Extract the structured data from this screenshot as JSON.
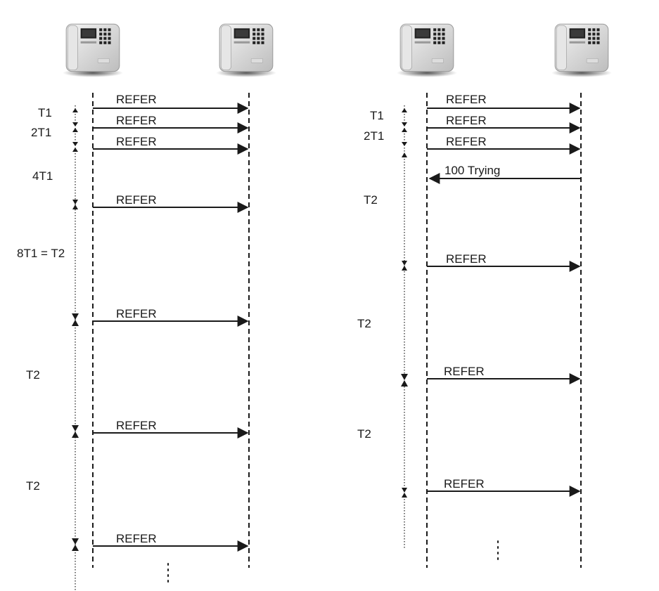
{
  "diagram_type": "sip-sequence",
  "panels": [
    {
      "id": "left",
      "messages": [
        {
          "label": "REFER",
          "direction": "right"
        },
        {
          "label": "REFER",
          "direction": "right"
        },
        {
          "label": "REFER",
          "direction": "right"
        },
        {
          "label": "REFER",
          "direction": "right"
        },
        {
          "label": "REFER",
          "direction": "right"
        },
        {
          "label": "REFER",
          "direction": "right"
        },
        {
          "label": "REFER",
          "direction": "right"
        }
      ],
      "timers": [
        {
          "label": "T1"
        },
        {
          "label": "2T1"
        },
        {
          "label": "4T1"
        },
        {
          "label": "8T1 = T2"
        },
        {
          "label": "T2"
        },
        {
          "label": "T2"
        }
      ],
      "continuation": "⋮"
    },
    {
      "id": "right",
      "messages": [
        {
          "label": "REFER",
          "direction": "right"
        },
        {
          "label": "REFER",
          "direction": "right"
        },
        {
          "label": "REFER",
          "direction": "right"
        },
        {
          "label": "100 Trying",
          "direction": "left"
        },
        {
          "label": "REFER",
          "direction": "right"
        },
        {
          "label": "REFER",
          "direction": "right"
        },
        {
          "label": "REFER",
          "direction": "right"
        }
      ],
      "timers": [
        {
          "label": "T1"
        },
        {
          "label": "2T1"
        },
        {
          "label": "T2"
        },
        {
          "label": "T2"
        },
        {
          "label": "T2"
        }
      ],
      "continuation": "⋮"
    }
  ],
  "icons": [
    "phone-icon",
    "phone-icon",
    "phone-icon",
    "phone-icon"
  ]
}
